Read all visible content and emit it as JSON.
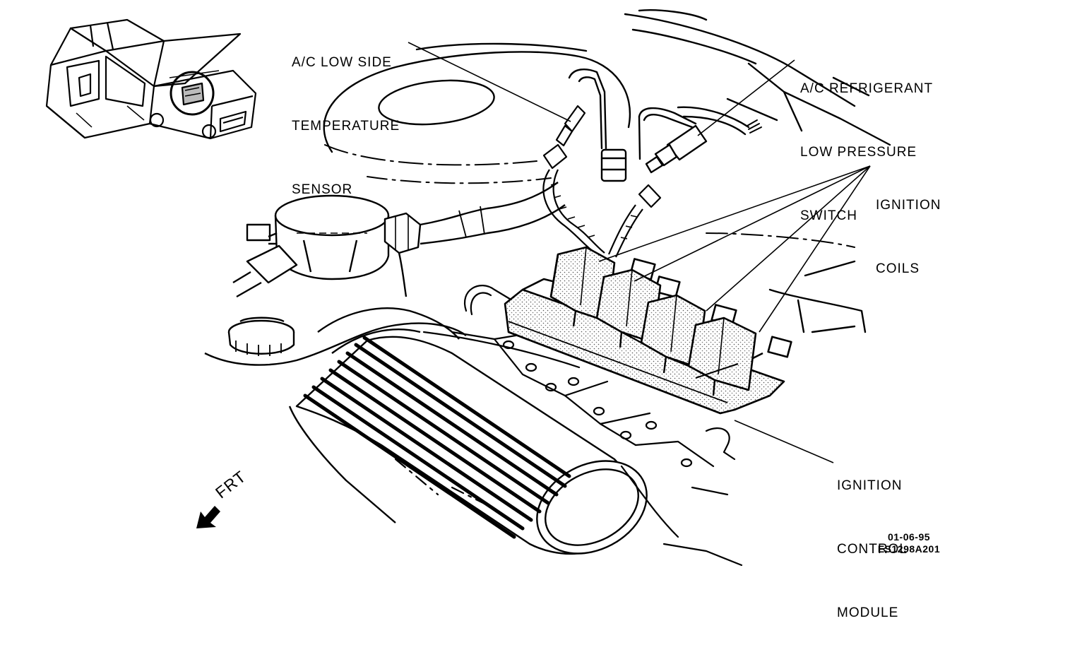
{
  "labels": {
    "ac_low_side_sensor": [
      "A/C LOW SIDE",
      "TEMPERATURE",
      "SENSOR"
    ],
    "ac_low_pressure_switch": [
      "A/C REFRIGERANT",
      "LOW PRESSURE",
      "SWITCH"
    ],
    "ignition_coils": [
      "IGNITION",
      "COILS"
    ],
    "ignition_control_module": [
      "IGNITION",
      "CONTROL",
      "MODULE"
    ],
    "front_direction": "FRT"
  },
  "stamp": {
    "date": "01-06-95",
    "code": "ES1298A201"
  }
}
